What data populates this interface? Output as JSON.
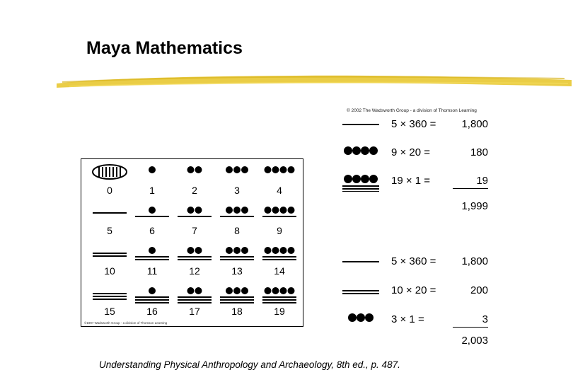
{
  "slide": {
    "title": "Maya Mathematics",
    "caption": {
      "book": "Understanding Physical Anthropology and Archaeology",
      "edition": "8th ed.",
      "page": "p. 487."
    },
    "accent_color": "#e8c832"
  },
  "numeral_chart": {
    "numbers": [
      "0",
      "1",
      "2",
      "3",
      "4",
      "5",
      "6",
      "7",
      "8",
      "9",
      "10",
      "11",
      "12",
      "13",
      "14",
      "15",
      "16",
      "17",
      "18",
      "19"
    ],
    "zero_glyph": "shell-icon",
    "credit": "©1997 Wadsworth Group - a division of Thomson Learning"
  },
  "examples": {
    "copyright": "© 2002 The Wadsworth Group - a division of Thomson Learning",
    "first": {
      "rows": [
        {
          "bars": 1,
          "dots": 0,
          "mult": "5 × 360 =",
          "result": "1,800"
        },
        {
          "bars": 0,
          "dots": 4,
          "mult": "9 × 20 =",
          "result": "180"
        },
        {
          "bars": 3,
          "dots": 4,
          "mult": "19 × 1 =",
          "result": "19"
        }
      ],
      "total": "1,999"
    },
    "second": {
      "rows": [
        {
          "bars": 1,
          "dots": 0,
          "mult": "5 × 360 =",
          "result": "1,800"
        },
        {
          "bars": 2,
          "dots": 0,
          "mult": "10 × 20 =",
          "result": "200"
        },
        {
          "bars": 0,
          "dots": 3,
          "mult": "3 × 1 =",
          "result": "3"
        }
      ],
      "total": "2,003"
    }
  }
}
